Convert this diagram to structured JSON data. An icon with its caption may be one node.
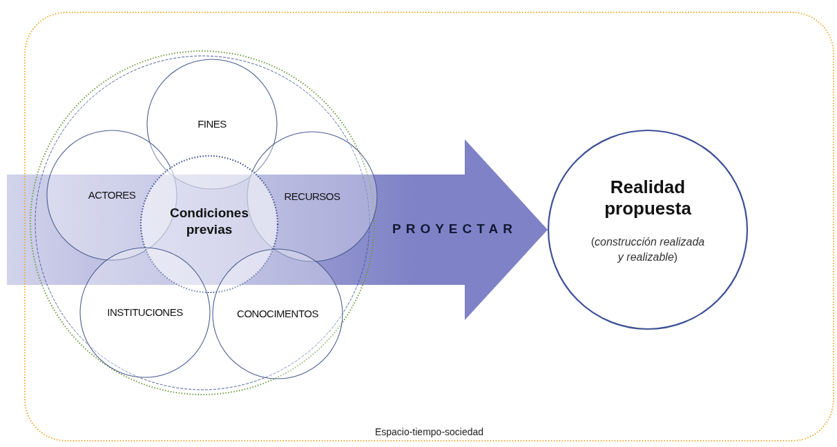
{
  "diagram": {
    "nodes": [
      {
        "text": [
          "Espacio-tiempo-sociedad"
        ]
      },
      {
        "text": [],
        "shape": "circle",
        "in": 0
      },
      {
        "text": [
          "FINES"
        ],
        "in": 1
      },
      {
        "text": [
          "ACTORES"
        ],
        "in": 1
      },
      {
        "text": [
          "RECURSOS"
        ],
        "in": 1
      },
      {
        "text": [
          "Condiciones previas"
        ],
        "in": 1
      },
      {
        "text": [
          "INSTITUCIONES"
        ],
        "in": 1
      },
      {
        "text": [
          "CONOCIMENTOS"
        ],
        "in": 1
      },
      {
        "text": [
          "Realidad propuesta",
          "(*construcción realizada y realizable*)"
        ],
        "in": 0
      }
    ],
    "edges": [
      {
        "from": null,
        "to": 8,
        "arrow": "to",
        "label": "PROYECTAR",
        "style": "thick",
        "color": "#7f82c6"
      }
    ]
  }
}
